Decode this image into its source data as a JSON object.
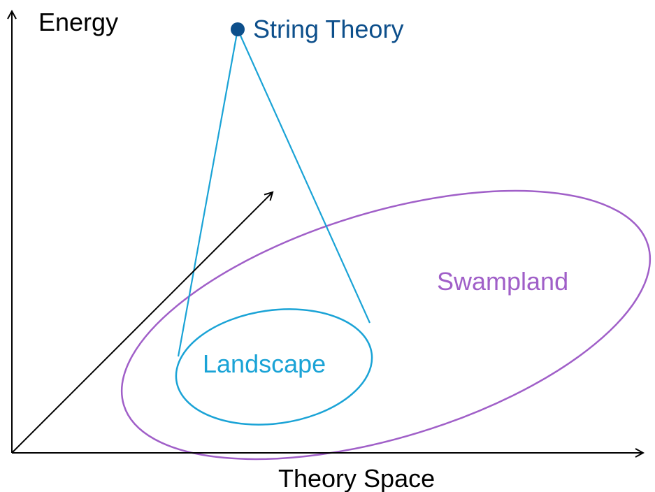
{
  "diagram": {
    "y_axis_label": "Energy",
    "x_axis_label": "Theory Space",
    "apex_label": "String Theory",
    "inner_region_label": "Landscape",
    "outer_region_label": "Swampland"
  },
  "colors": {
    "axis": "#000000",
    "apex": "#0d4f8b",
    "landscape": "#1aa3d6",
    "swampland": "#a05fc8"
  }
}
